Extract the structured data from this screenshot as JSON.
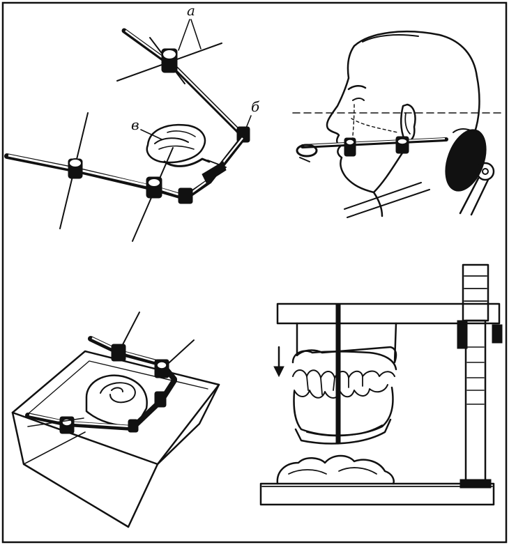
{
  "figure": {
    "labels": {
      "a": "а",
      "b": "б",
      "v": "в"
    },
    "ink_color": "#111111",
    "background_color": "#ffffff"
  }
}
